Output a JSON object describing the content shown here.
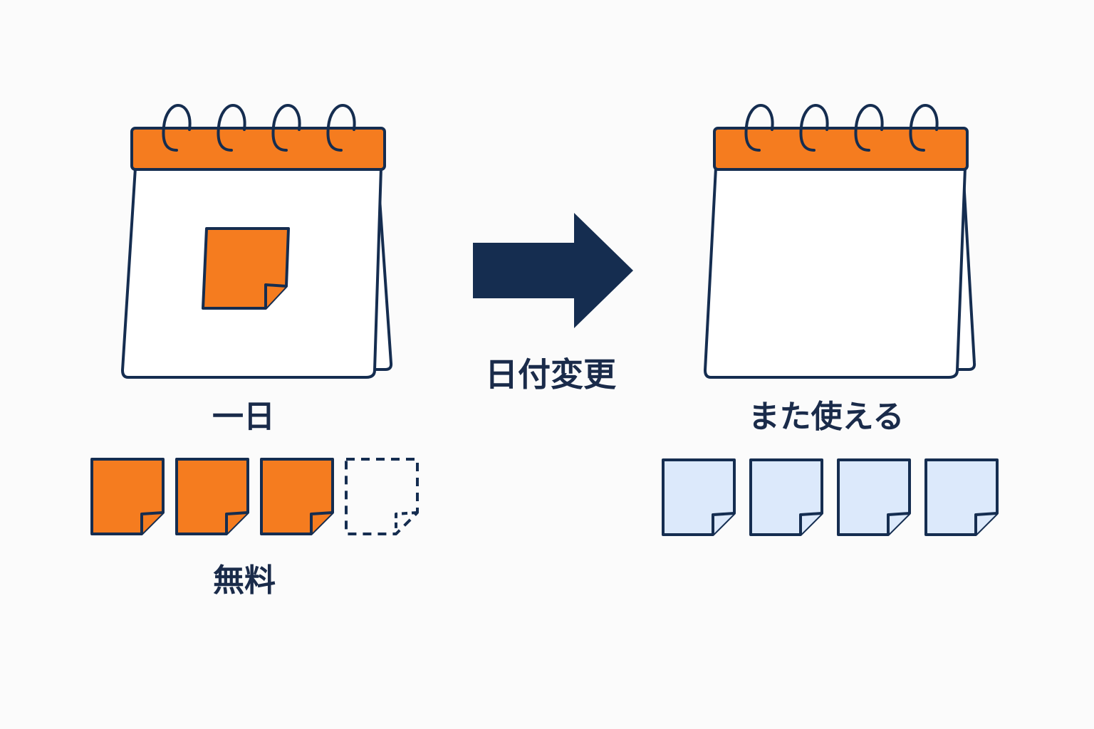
{
  "colors": {
    "navy": "#152d50",
    "orange": "#f57c1f",
    "light_blue": "#dce9fb",
    "white": "#ffffff",
    "background": "#fbfbfb"
  },
  "left": {
    "calendar_icon": "desk-calendar-icon",
    "sticky_note_icon": "sticky-note-icon",
    "day_label": "一日",
    "free_label": "無料",
    "notes": [
      {
        "state": "used"
      },
      {
        "state": "used"
      },
      {
        "state": "used"
      },
      {
        "state": "empty"
      }
    ]
  },
  "center": {
    "arrow_icon": "right-arrow-icon",
    "label": "日付変更"
  },
  "right": {
    "calendar_icon": "desk-calendar-icon",
    "label": "また使える",
    "notes": [
      {
        "state": "available"
      },
      {
        "state": "available"
      },
      {
        "state": "available"
      },
      {
        "state": "available"
      }
    ]
  }
}
